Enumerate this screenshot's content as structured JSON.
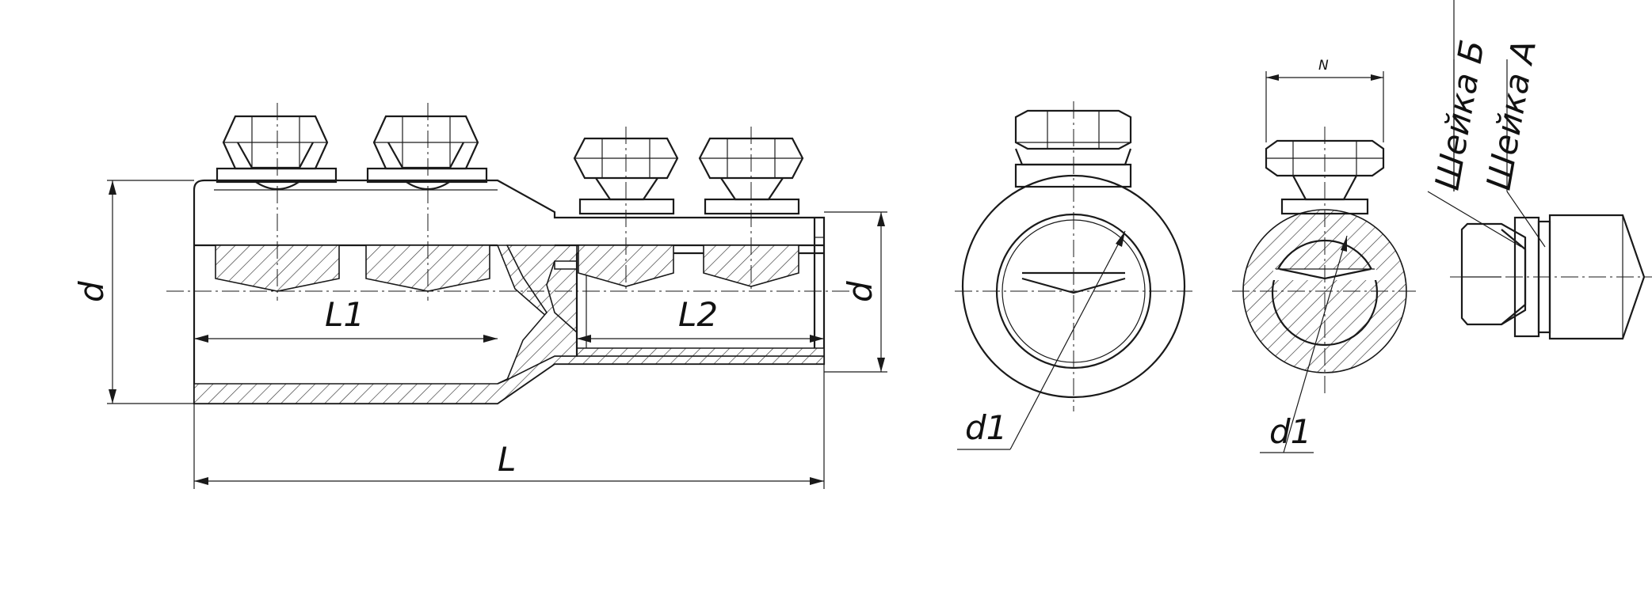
{
  "labels": {
    "d_left": "d",
    "d_right": "d",
    "L1": "L1",
    "L2": "L2",
    "L": "L",
    "d1_front": "d1",
    "d1_section": "d1",
    "N": "N",
    "neck_b": "Шейка Б",
    "neck_a": "Шейка А"
  }
}
